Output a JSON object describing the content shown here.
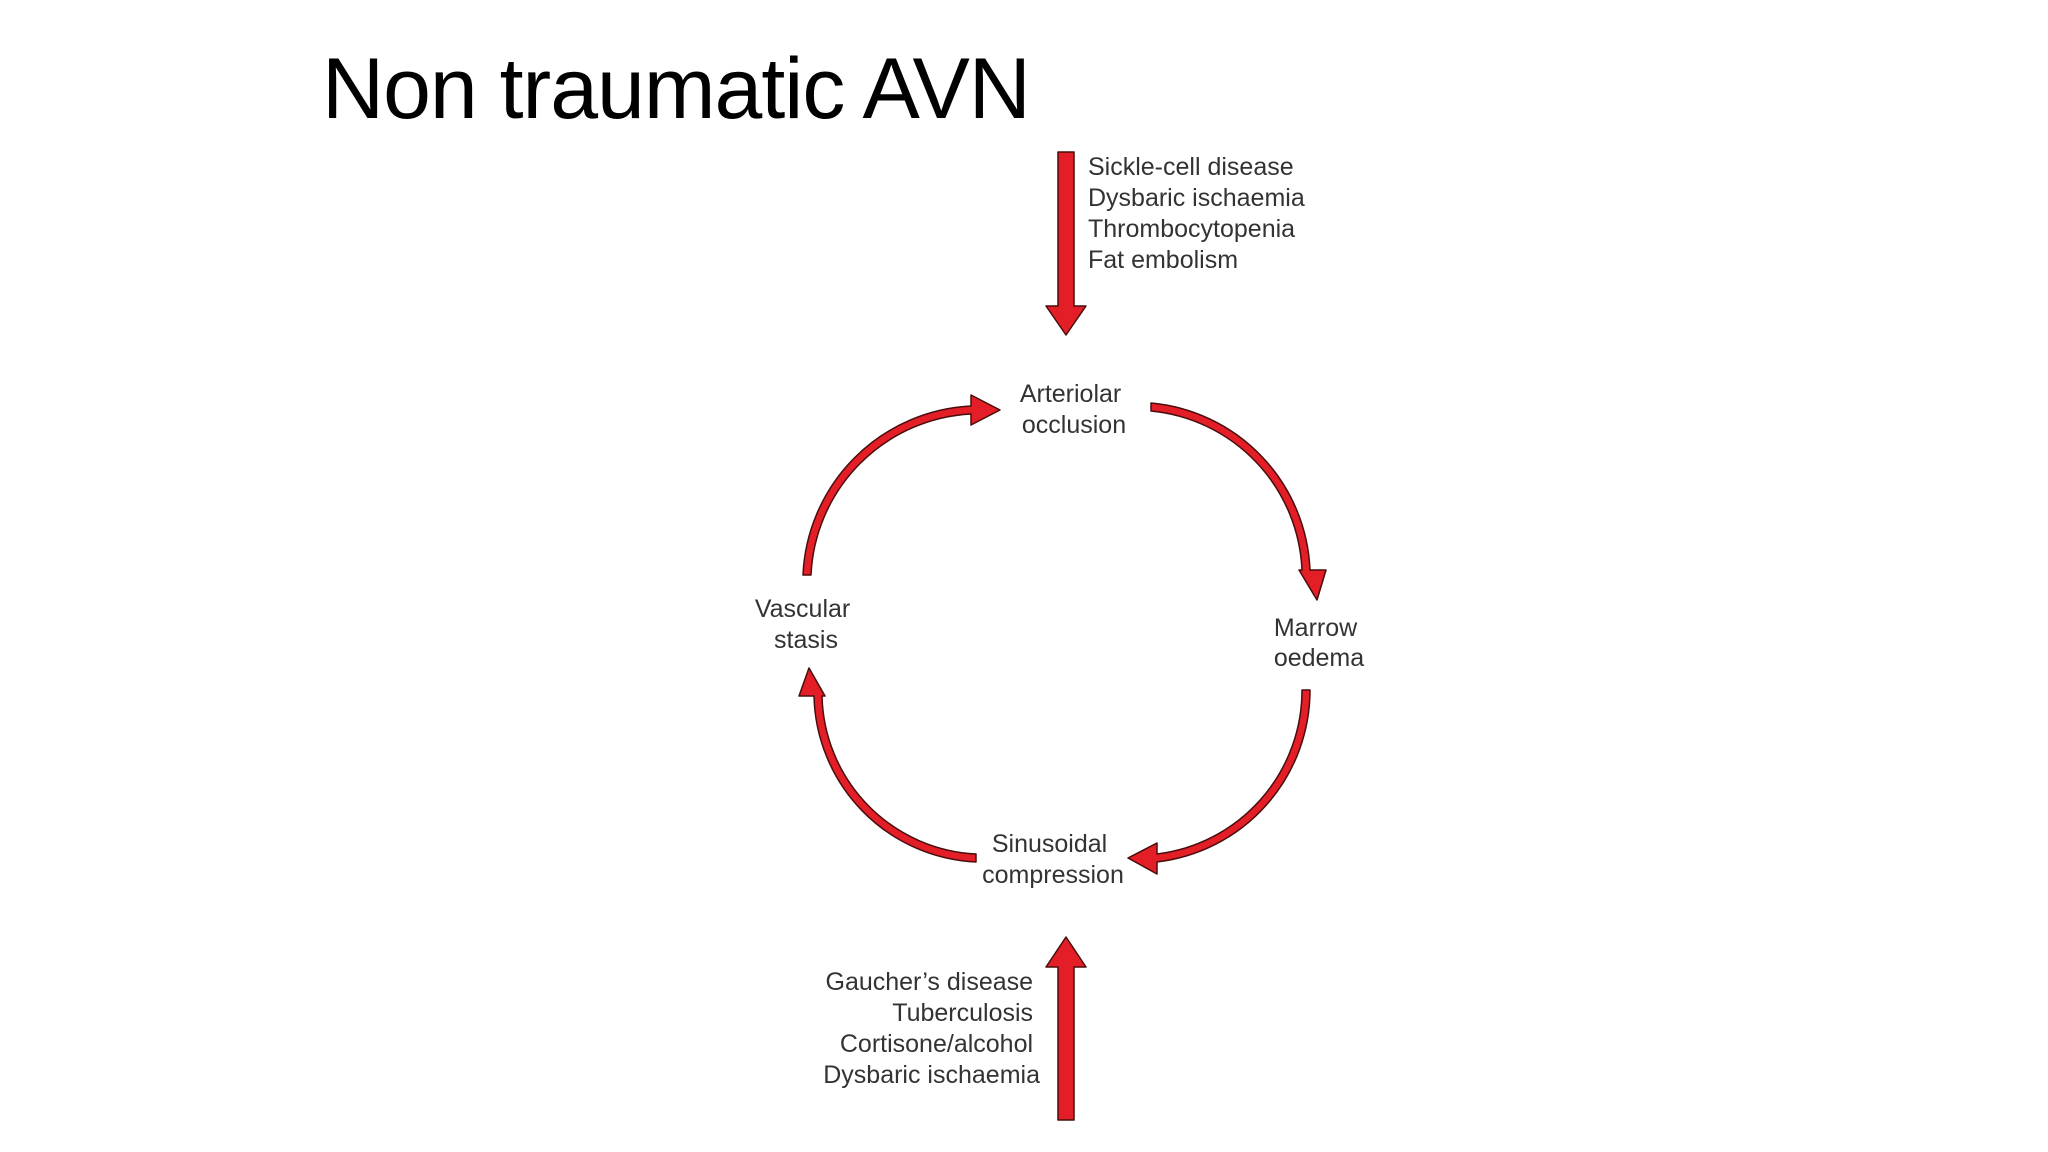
{
  "title": "Non traumatic AVN",
  "colors": {
    "arrow_fill": "#e41e26",
    "arrow_stroke": "#4a0d0d",
    "text": "#333333",
    "title": "#000000",
    "background": "#ffffff"
  },
  "diagram": {
    "nodes": {
      "arteriolar": [
        "Arteriolar",
        "occlusion"
      ],
      "marrow": [
        "Marrow",
        "oedema"
      ],
      "sinusoidal": [
        "Sinusoidal",
        "compression"
      ],
      "vascular": [
        "Vascular",
        "stasis"
      ]
    },
    "top_causes": [
      "Sickle-cell disease",
      "Dysbaric ischaemia",
      "Thrombocytopenia",
      "Fat embolism"
    ],
    "bottom_causes": [
      "Gaucher’s disease",
      "Tuberculosis",
      "Cortisone/alcohol",
      "Dysbaric ischaemia"
    ]
  }
}
